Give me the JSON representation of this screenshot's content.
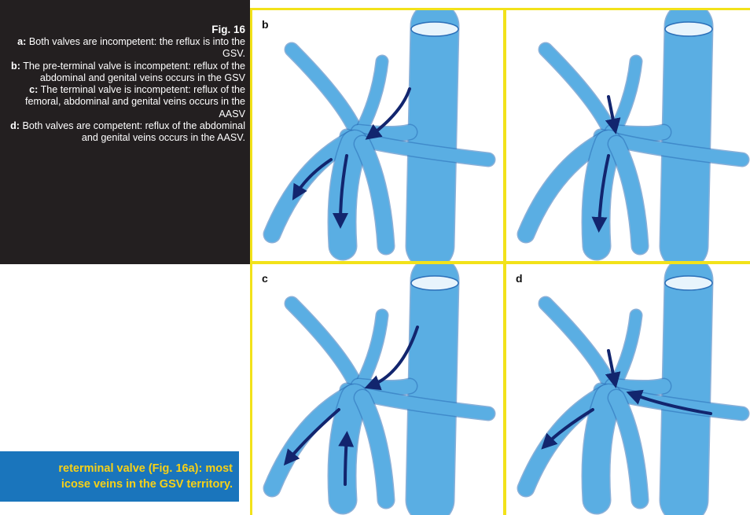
{
  "caption": {
    "title": "Fig. 16",
    "items": [
      {
        "key": "a:",
        "text": "Both valves are incompetent: the reflux is into the GSV."
      },
      {
        "key": "b:",
        "text": "The pre-terminal valve is incompetent: reflux of the abdominal and genital veins occurs in the GSV"
      },
      {
        "key": "c:",
        "text": "The terminal valve is incompetent: reflux of the femoral, abdominal and genital veins occurs in the AASV"
      },
      {
        "key": "d:",
        "text": "Both valves are competent: reflux of the abdominal and genital veins occurs in the AASV."
      }
    ]
  },
  "callout": {
    "line1": "reterminal valve (Fig. 16a): most",
    "line2": "icose veins in the GSV territory."
  },
  "panels": [
    {
      "id": "a",
      "label": "b"
    },
    {
      "id": "b",
      "label": ""
    },
    {
      "id": "c",
      "label": "c"
    },
    {
      "id": "d",
      "label": "d"
    }
  ],
  "colors": {
    "caption_bg": "#231f20",
    "callout_bg": "#1a75bc",
    "callout_text": "#f7d117",
    "grid_line": "#f2e21a",
    "vein_fill": "#5aaee3",
    "vein_dark": "#2b6fb8",
    "arrow": "#12256e"
  }
}
